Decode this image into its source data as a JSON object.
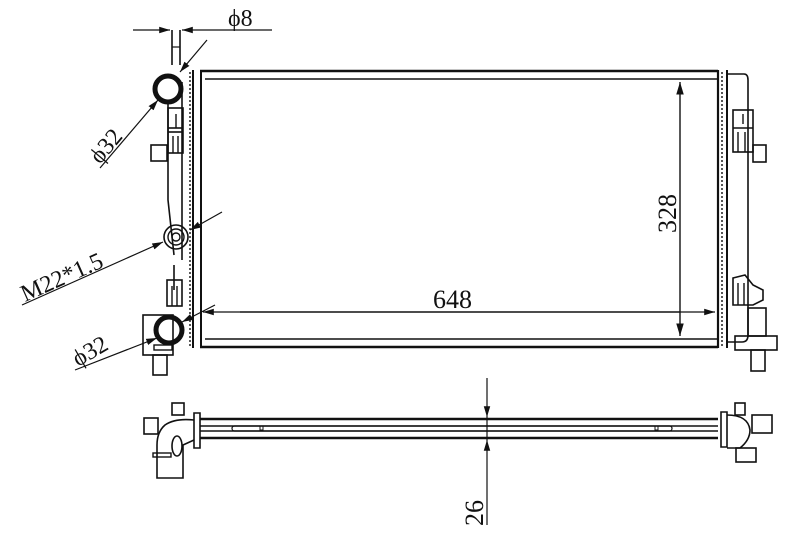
{
  "drawing": {
    "subject": "radiator",
    "line_color": "#111111",
    "background": "#ffffff"
  },
  "dimensions": {
    "inlet_pipe_diameter": "ϕ8",
    "top_port_diameter": "ϕ32",
    "drain_thread": "M22*1.5",
    "bottom_port_diameter": "ϕ32",
    "core_width": "648",
    "core_height": "328",
    "core_thickness": "26"
  }
}
